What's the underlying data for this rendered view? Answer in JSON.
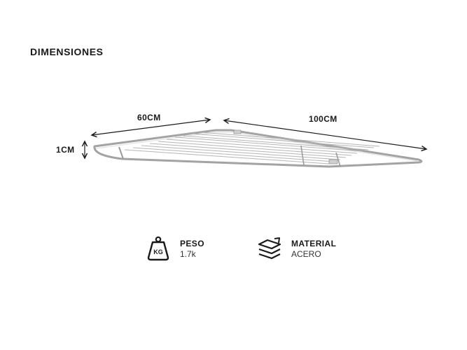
{
  "header": {
    "title": "DIMENSIONES"
  },
  "dimensions": {
    "width_label": "60CM",
    "length_label": "100CM",
    "height_label": "1CM"
  },
  "specs": {
    "weight": {
      "icon": "weight-icon",
      "icon_text": "KG",
      "label": "PESO",
      "value": "1.7k"
    },
    "material": {
      "icon": "layers-icon",
      "label": "MATERIAL",
      "value": "ACERO"
    }
  },
  "colors": {
    "text": "#1a1a1a",
    "rack": "#9a9a9a",
    "rack_light": "#d8d8d8"
  }
}
